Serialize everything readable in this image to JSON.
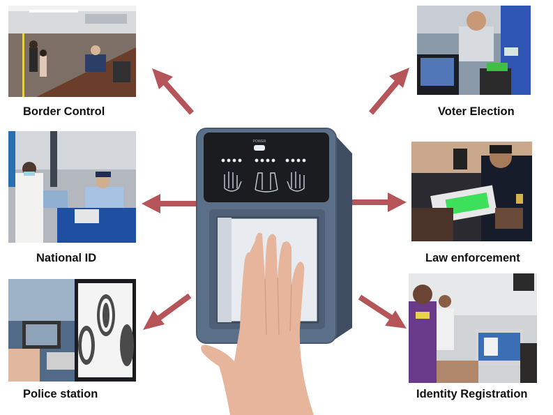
{
  "center_device": {
    "name": "fingerprint-scanner",
    "led_label": "POWER"
  },
  "applications": [
    {
      "id": "border-control",
      "label": "Border Control"
    },
    {
      "id": "voter-election",
      "label": "Voter Election"
    },
    {
      "id": "national-id",
      "label": "National ID"
    },
    {
      "id": "law-enforcement",
      "label": "Law enforcement"
    },
    {
      "id": "police-station",
      "label": "Police station"
    },
    {
      "id": "identity-registration",
      "label": "Identity Registration"
    }
  ],
  "colors": {
    "arrow": "#b5555a",
    "device_body": "#5c6f88",
    "glass_panel": "#1b1c20",
    "led": "#e9eef7"
  }
}
